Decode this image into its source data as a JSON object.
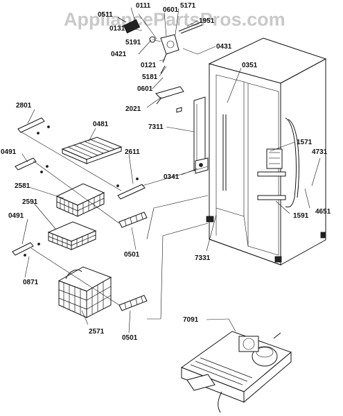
{
  "watermark": "AppliancePartsPros.com",
  "callouts": {
    "c0111": "0111",
    "c0511": "0511",
    "c0601a": "0601",
    "c5171": "5171",
    "c0131": "0131",
    "c1951": "1951",
    "c5191": "5191",
    "c0421": "0421",
    "c0431": "0431",
    "c0121": "0121",
    "c5181": "5181",
    "c0601b": "0601",
    "c0351": "0351",
    "c2801": "2801",
    "c2021": "2021",
    "c7311": "7311",
    "c0481": "0481",
    "c1571": "1571",
    "c4731": "4731",
    "c0491a": "0491",
    "c2611": "2611",
    "c0341": "0341",
    "c2581": "2581",
    "c4651": "4651",
    "c1591": "1591",
    "c2591": "2591",
    "c0491b": "0491",
    "c0501a": "0501",
    "c7331": "7331",
    "c0871": "0871",
    "c7091": "7091",
    "c2571": "2571",
    "c0501b": "0501"
  }
}
